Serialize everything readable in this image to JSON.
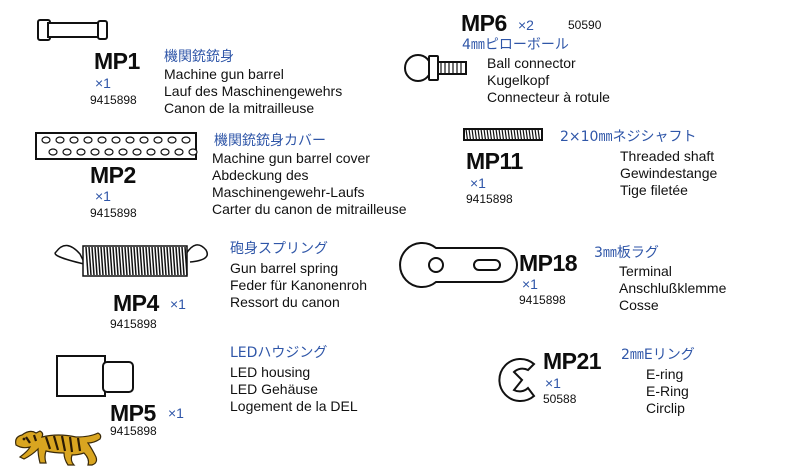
{
  "parts": [
    {
      "id": "mp1",
      "code": "MP1",
      "qty": "×1",
      "part_no": "9415898",
      "jp": "機関銃銃身",
      "lines": [
        "Machine gun barrel",
        "Lauf des Maschinengewehrs",
        "Canon de la mitrailleuse"
      ]
    },
    {
      "id": "mp2",
      "code": "MP2",
      "qty": "×1",
      "part_no": "9415898",
      "jp": "機関銃銃身カバー",
      "lines": [
        "Machine gun barrel cover",
        "Abdeckung des",
        "Maschinengewehr-Laufs",
        "Carter du canon de mitrailleuse"
      ]
    },
    {
      "id": "mp4",
      "code": "MP4",
      "qty": "×1",
      "part_no": "9415898",
      "jp": "砲身スプリング",
      "lines": [
        "Gun barrel spring",
        "Feder für Kanonenroh",
        "Ressort du canon"
      ]
    },
    {
      "id": "mp5",
      "code": "MP5",
      "qty": "×1",
      "part_no": "9415898",
      "jp": "LEDハウジング",
      "lines": [
        "LED housing",
        "LED Gehäuse",
        "Logement de la DEL"
      ]
    },
    {
      "id": "mp6",
      "code": "MP6",
      "qty": "×2",
      "part_no": "50590",
      "jp": "4㎜ピローボール",
      "lines": [
        "Ball connector",
        "Kugelkopf",
        "Connecteur à rotule"
      ]
    },
    {
      "id": "mp11",
      "code": "MP11",
      "qty": "×1",
      "part_no": "9415898",
      "jp": "2×10㎜ネジシャフト",
      "lines": [
        "Threaded shaft",
        "Gewindestange",
        "Tige filetée"
      ]
    },
    {
      "id": "mp18",
      "code": "MP18",
      "qty": "×1",
      "part_no": "9415898",
      "jp": "3㎜板ラグ",
      "lines": [
        "Terminal",
        "Anschlußklemme",
        "Cosse"
      ]
    },
    {
      "id": "mp21",
      "code": "MP21",
      "qty": "×1",
      "part_no": "50588",
      "jp": "2㎜Eリング",
      "lines": [
        "E-ring",
        "E-Ring",
        "Circlip"
      ]
    }
  ],
  "colors": {
    "accent_blue": "#2f56a8",
    "text": "#111111",
    "logo_yellow": "#d9a520"
  },
  "icons": {
    "logo": "tiger-icon"
  }
}
